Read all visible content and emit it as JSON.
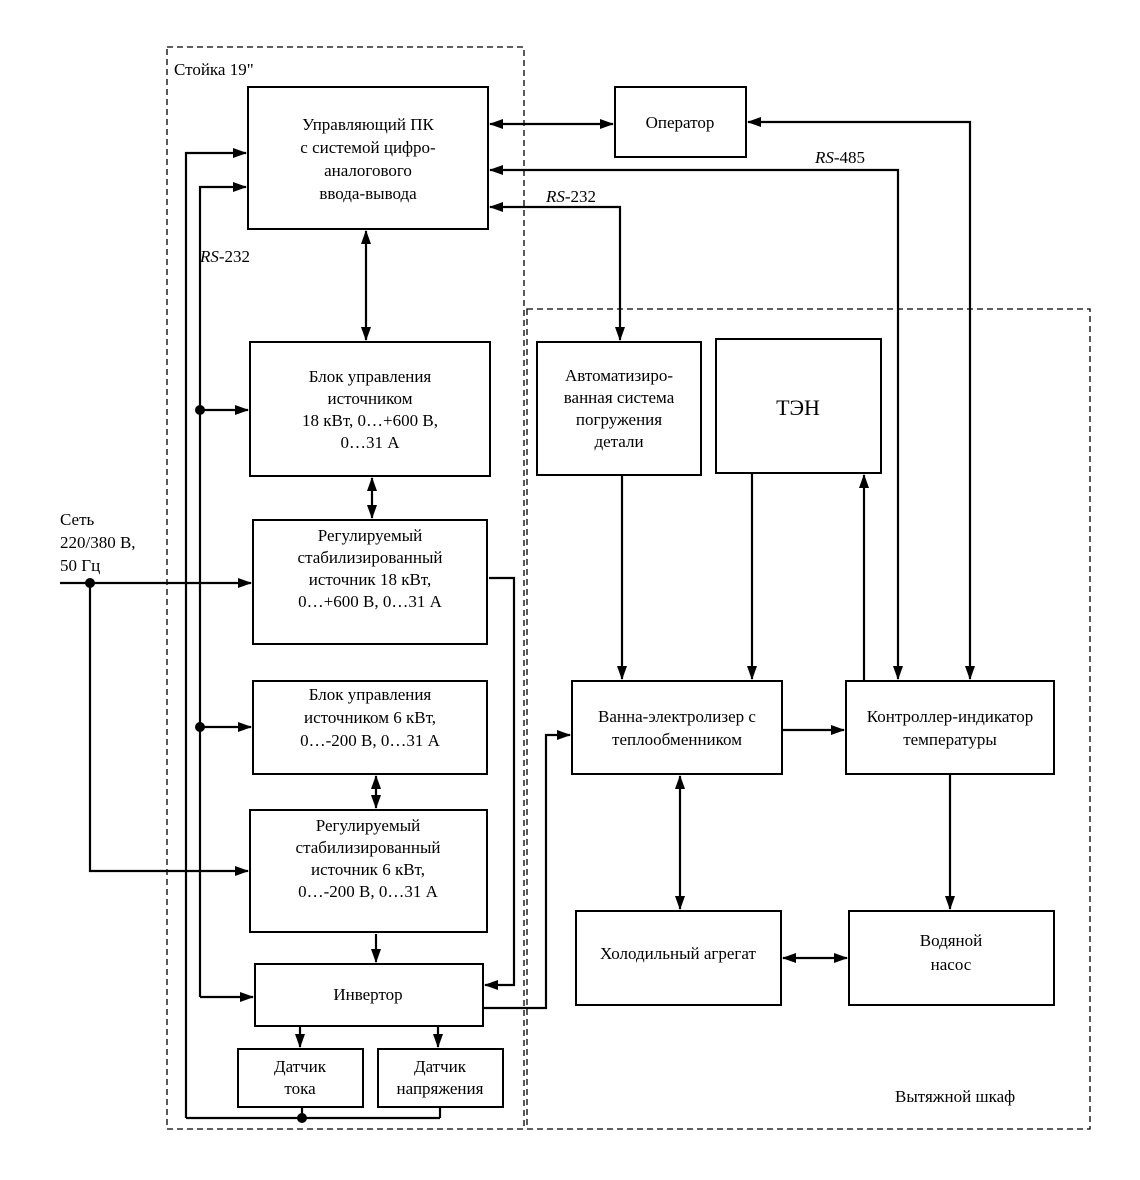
{
  "rack_label": "Стойка 19\"",
  "hood_label": "Вытяжной шкаф",
  "mains": [
    "Сеть",
    "220/380 В,",
    "50 Гц"
  ],
  "rs232_top": "RS",
  "rs232_top_num": "-232",
  "rs232_left": "RS",
  "rs232_left_num": "-232",
  "rs485": "RS",
  "rs485_num": "-485",
  "blocks": {
    "pc": [
      "Управляющий ПК",
      "с системой цифро-",
      "аналогового",
      "ввода-вывода"
    ],
    "operator": [
      "Оператор"
    ],
    "ctrl18": [
      "Блок управления",
      "источником",
      "18 кВт, 0…+600 В,",
      "0…31 А"
    ],
    "src18": [
      "Регулируемый",
      "стабилизированный",
      "источник 18 кВт,",
      "0…+600 В, 0…31 А"
    ],
    "ctrl6": [
      "Блок управления",
      "источником 6 кВт,",
      "0…-200 В, 0…31 А"
    ],
    "src6": [
      "Регулируемый",
      "стабилизированный",
      "источник 6 кВт,",
      "0…-200 В, 0…31 А"
    ],
    "inverter": [
      "Инвертор"
    ],
    "current_sensor": [
      "Датчик",
      "тока"
    ],
    "voltage_sensor": [
      "Датчик",
      "напряжения"
    ],
    "immersion": [
      "Автоматизиро-",
      "ванная система",
      "погружения",
      "детали"
    ],
    "heater": [
      "ТЭН"
    ],
    "bath": [
      "Ванна-электролизер с",
      "теплообменником"
    ],
    "temp_ctrl": [
      "Контроллер-индикатор",
      "температуры"
    ],
    "chiller": [
      "Холодильный агрегат"
    ],
    "pump": [
      "Водяной",
      "насос"
    ]
  }
}
